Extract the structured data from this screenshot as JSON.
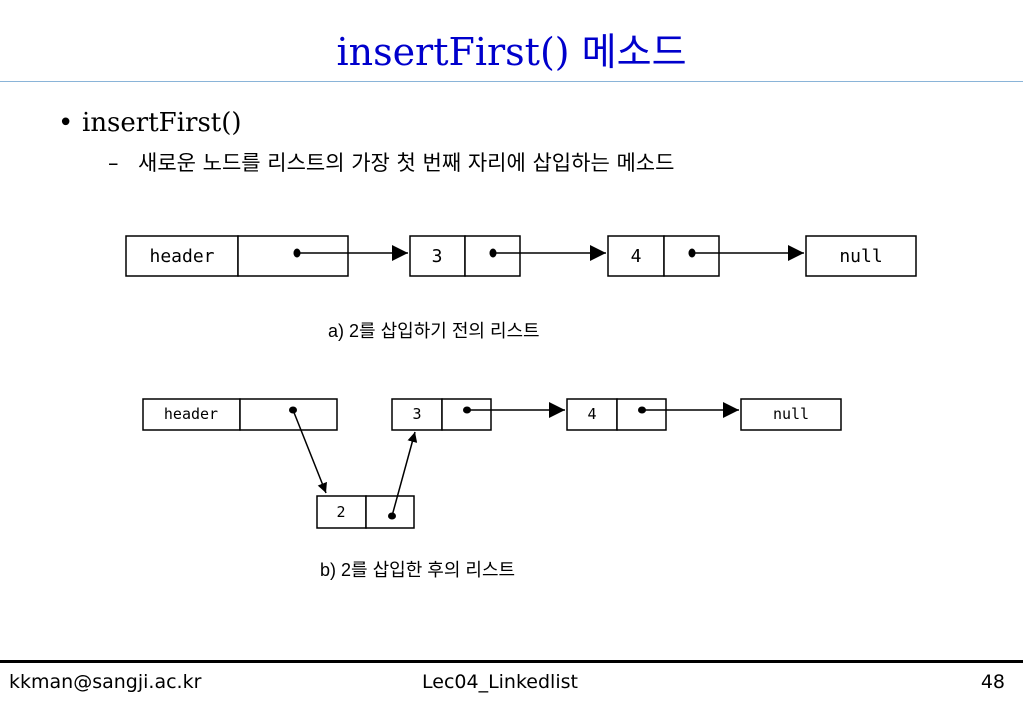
{
  "slide": {
    "title": "insertFirst() 메소드",
    "bullet": "insertFirst()",
    "sub_bullet": "새로운 노드를 리스트의 가장 첫 번째 자리에 삽입하는 메소드",
    "caption_a": "a) 2를 삽입하기 전의 리스트",
    "caption_b": "b) 2를 삽입한 후의 리스트"
  },
  "diagram_a": {
    "header_label": "header",
    "node1_label": "3",
    "node2_label": "4",
    "null_label": "null"
  },
  "diagram_b": {
    "header_label": "header",
    "node1_label": "3",
    "node2_label": "4",
    "null_label": "null",
    "new_node_label": "2"
  },
  "footer": {
    "email": "kkman@sangji.ac.kr",
    "lecture": "Lec04_Linkedlist",
    "page_number": "48"
  }
}
